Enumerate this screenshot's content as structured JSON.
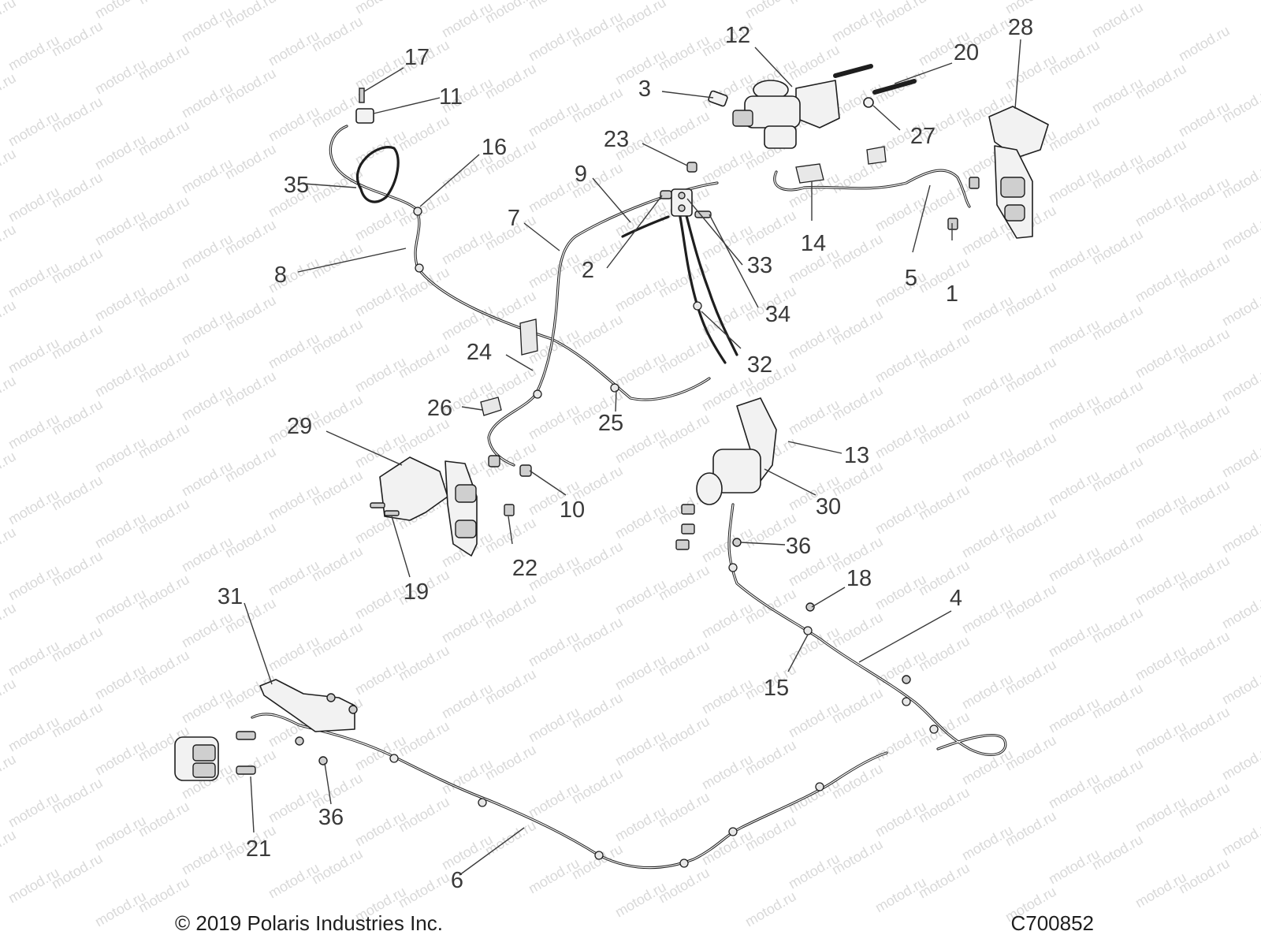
{
  "diagram": {
    "watermark": "motod.ru",
    "copyright": "© 2019 Polaris Industries Inc.",
    "figure_code": "C700852",
    "callouts": [
      "1",
      "2",
      "3",
      "4",
      "5",
      "6",
      "7",
      "8",
      "9",
      "10",
      "11",
      "12",
      "13",
      "14",
      "15",
      "16",
      "17",
      "18",
      "19",
      "20",
      "21",
      "22",
      "23",
      "24",
      "25",
      "26",
      "27",
      "28",
      "29",
      "30",
      "31",
      "32",
      "33",
      "34",
      "35",
      "36",
      "36"
    ]
  }
}
